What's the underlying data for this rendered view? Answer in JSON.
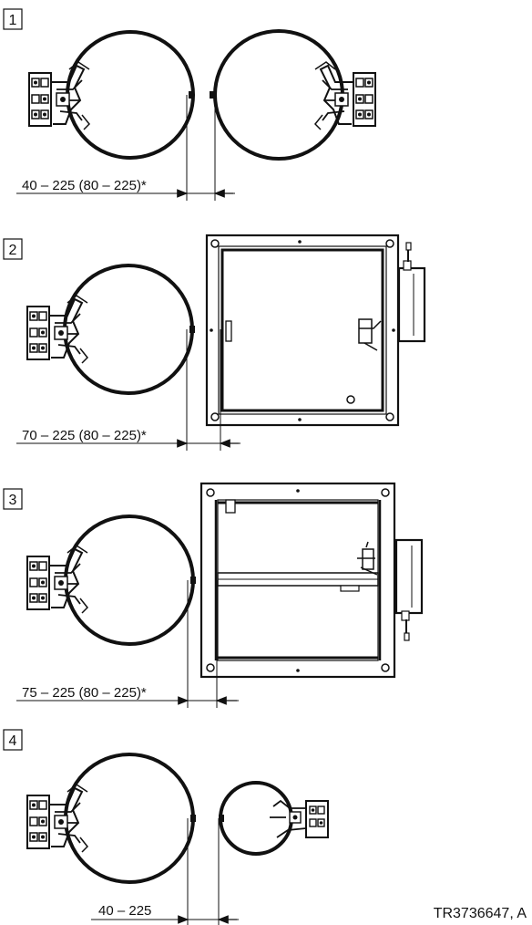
{
  "figure_code": "TR3736647, A",
  "panels": [
    {
      "number": "1",
      "dimension": "40 – 225 (80 – 225)*"
    },
    {
      "number": "2",
      "dimension": "70 – 225 (80 – 225)*"
    },
    {
      "number": "3",
      "dimension": "75 – 225 (80 – 225)*"
    },
    {
      "number": "4",
      "dimension": "40 – 225"
    }
  ]
}
